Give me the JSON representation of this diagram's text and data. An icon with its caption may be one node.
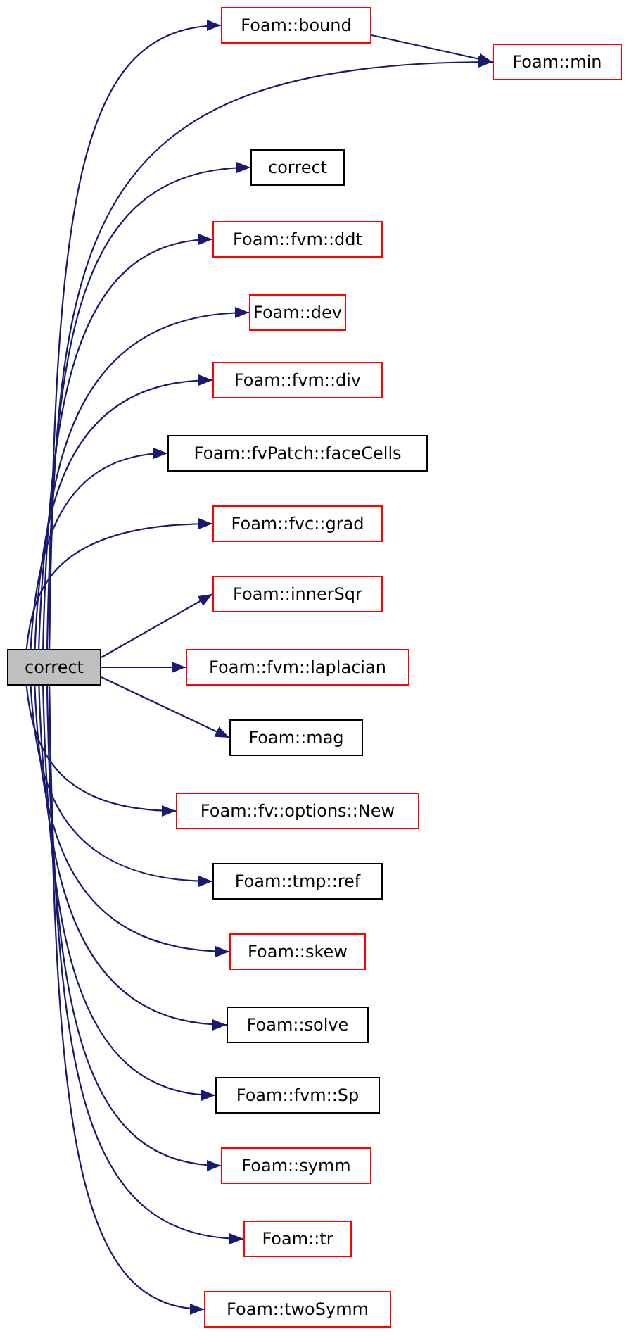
{
  "diagram": {
    "nodes": [
      {
        "text": [
          "correct"
        ]
      },
      {
        "text": [
          "Foam::bound"
        ]
      },
      {
        "text": [
          "Foam::min"
        ]
      },
      {
        "text": [
          "correct"
        ]
      },
      {
        "text": [
          "Foam::fvm::ddt"
        ]
      },
      {
        "text": [
          "Foam::dev"
        ]
      },
      {
        "text": [
          "Foam::fvm::div"
        ]
      },
      {
        "text": [
          "Foam::fvPatch::faceCells"
        ]
      },
      {
        "text": [
          "Foam::fvc::grad"
        ]
      },
      {
        "text": [
          "Foam::innerSqr"
        ]
      },
      {
        "text": [
          "Foam::fvm::laplacian"
        ]
      },
      {
        "text": [
          "Foam::mag"
        ]
      },
      {
        "text": [
          "Foam::fv::options::New"
        ]
      },
      {
        "text": [
          "Foam::tmp::ref"
        ]
      },
      {
        "text": [
          "Foam::skew"
        ]
      },
      {
        "text": [
          "Foam::solve"
        ]
      },
      {
        "text": [
          "Foam::fvm::Sp"
        ]
      },
      {
        "text": [
          "Foam::symm"
        ]
      },
      {
        "text": [
          "Foam::tr"
        ]
      },
      {
        "text": [
          "Foam::twoSymm"
        ]
      }
    ],
    "edges": [
      {
        "from": 0,
        "to": 1,
        "arrow": "to"
      },
      {
        "from": 1,
        "to": 2,
        "arrow": "to"
      },
      {
        "from": 0,
        "to": 2,
        "arrow": "to"
      },
      {
        "from": 0,
        "to": 3,
        "arrow": "to"
      },
      {
        "from": 0,
        "to": 4,
        "arrow": "to"
      },
      {
        "from": 0,
        "to": 5,
        "arrow": "to"
      },
      {
        "from": 0,
        "to": 6,
        "arrow": "to"
      },
      {
        "from": 0,
        "to": 7,
        "arrow": "to"
      },
      {
        "from": 0,
        "to": 8,
        "arrow": "to"
      },
      {
        "from": 0,
        "to": 9,
        "arrow": "to"
      },
      {
        "from": 0,
        "to": 10,
        "arrow": "to"
      },
      {
        "from": 0,
        "to": 11,
        "arrow": "to"
      },
      {
        "from": 0,
        "to": 12,
        "arrow": "to"
      },
      {
        "from": 0,
        "to": 13,
        "arrow": "to"
      },
      {
        "from": 0,
        "to": 14,
        "arrow": "to"
      },
      {
        "from": 0,
        "to": 15,
        "arrow": "to"
      },
      {
        "from": 0,
        "to": 16,
        "arrow": "to"
      },
      {
        "from": 0,
        "to": 17,
        "arrow": "to"
      },
      {
        "from": 0,
        "to": 18,
        "arrow": "to"
      },
      {
        "from": 0,
        "to": 19,
        "arrow": "to"
      }
    ]
  }
}
